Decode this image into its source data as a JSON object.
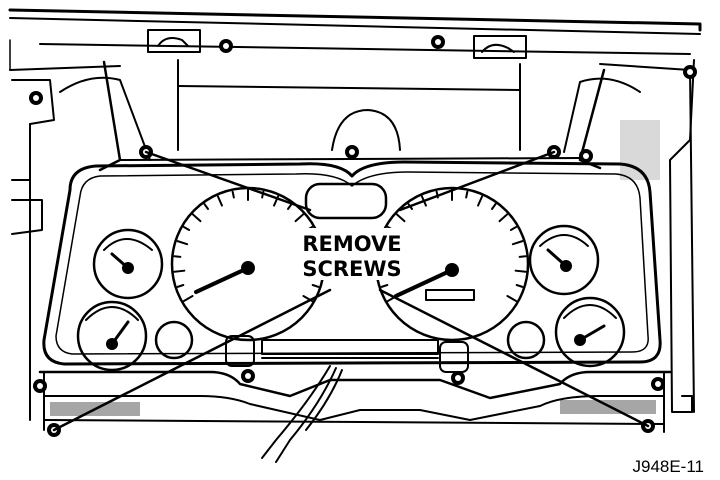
{
  "callout": {
    "line1": "REMOVE",
    "line2": "SCREWS"
  },
  "figure_id": "J948E-11"
}
